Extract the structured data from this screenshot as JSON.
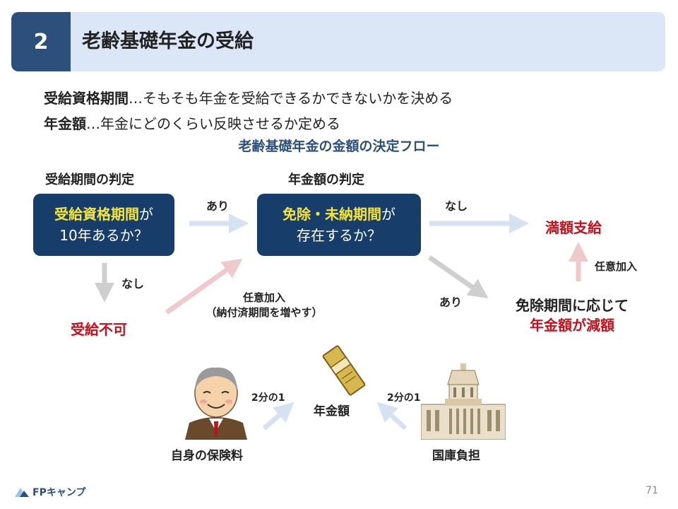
{
  "header": {
    "section_number": "2",
    "title": "老齢基礎年金の受給"
  },
  "intro": {
    "line1_term": "受給資格期間",
    "line1_text": "…そもそも年金を受給できるかできないかを決める",
    "line2_term": "年金額",
    "line2_text": "…年金にどのくらい反映させるか定める"
  },
  "flow": {
    "title": "老齢基礎年金の金額の決定フロー",
    "col1_heading": "受給期間の判定",
    "col2_heading": "年金額の判定",
    "box1_highlight": "受給資格期間",
    "box1_suffix": "が",
    "box1_line2": "10年あるか？",
    "box2_highlight": "免除・未納期間",
    "box2_suffix": "が",
    "box2_line2": "存在するか？",
    "label_ari_1": "あり",
    "label_nashi_1": "なし",
    "label_nashi_2": "なし",
    "label_ari_2": "あり",
    "result_not_eligible": "受給不可",
    "result_full": "満額支給",
    "voluntary_label_1": "任意加入",
    "voluntary_label_1_sub": "（納付済期間を増やす）",
    "voluntary_label_2": "任意加入",
    "result_reduced_line1": "免除期間に応じて",
    "result_reduced_line2": "年金額が減額"
  },
  "funding": {
    "self_label": "自身の保険料",
    "national_label": "国庫負担",
    "pension_label": "年金額",
    "half_left": "2分の1",
    "half_right": "2分の1"
  },
  "footer": {
    "logo_text": "FPキャンプ",
    "page_number": "71"
  },
  "colors": {
    "navy": "#173e6a",
    "accent_blue": "#2c4f7c",
    "header_band": "#dbe7f6",
    "highlight_yellow": "#f6e43a",
    "red": "#c0121d",
    "arrow_blue": "#d6e1f2",
    "arrow_gray": "#cfcfcf",
    "arrow_pink": "#f0c9cd"
  }
}
